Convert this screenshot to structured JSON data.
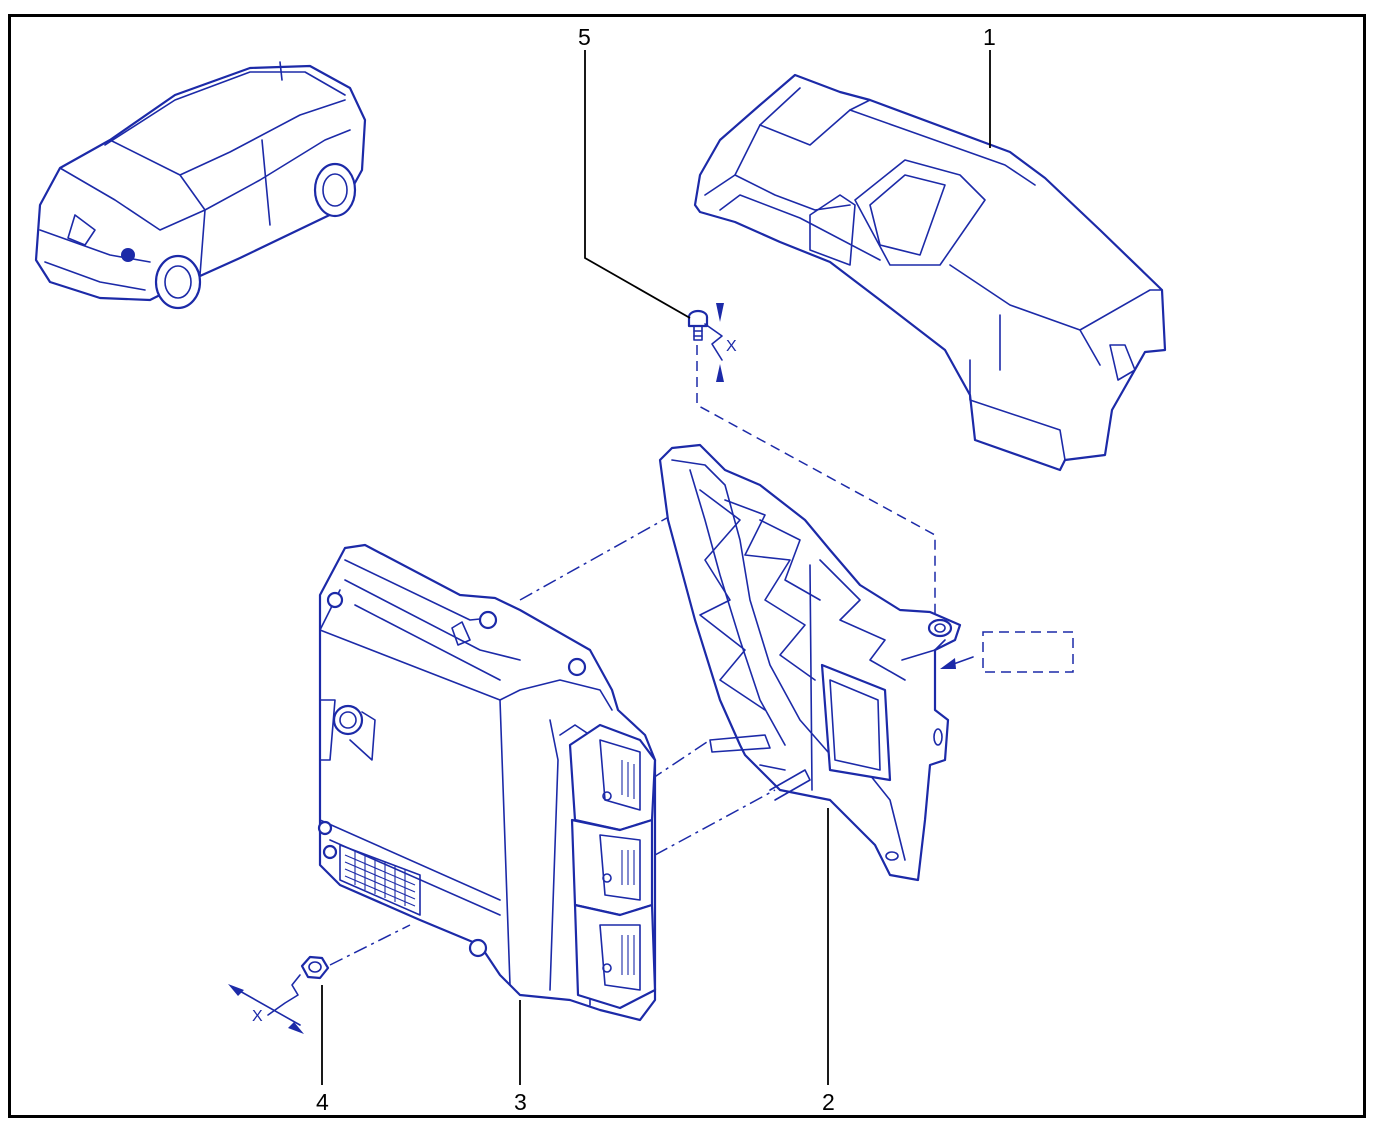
{
  "diagram": {
    "callouts": [
      {
        "id": "1",
        "label": "1"
      },
      {
        "id": "2",
        "label": "2"
      },
      {
        "id": "3",
        "label": "3"
      },
      {
        "id": "4",
        "label": "4"
      },
      {
        "id": "5",
        "label": "5"
      }
    ],
    "tightening_marks": {
      "bolt": "X",
      "nut": "X"
    },
    "colors": {
      "line": "#1c2aa8",
      "frame": "#000000",
      "callout": "#000000"
    }
  }
}
